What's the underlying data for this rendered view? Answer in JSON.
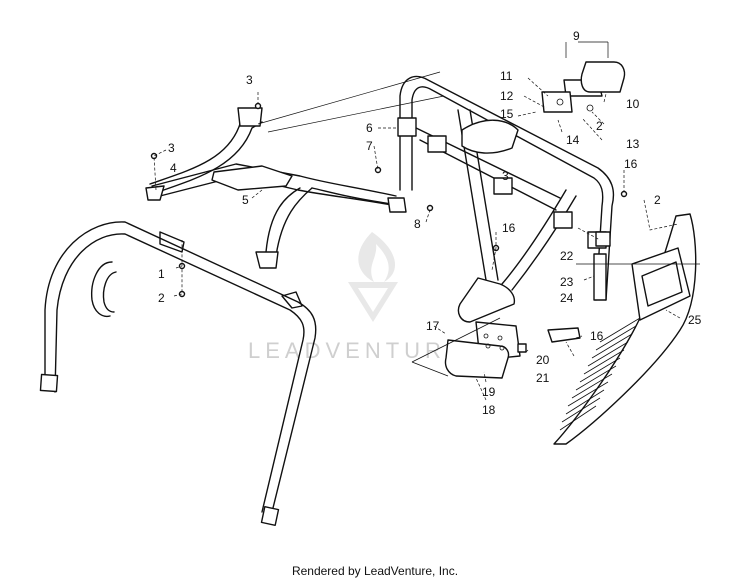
{
  "diagram": {
    "callouts": [
      "1",
      "2",
      "3",
      "3",
      "3",
      "4",
      "5",
      "6",
      "7",
      "8",
      "9",
      "10",
      "11",
      "12",
      "13",
      "14",
      "15",
      "16",
      "16",
      "16",
      "17",
      "18",
      "19",
      "20",
      "21",
      "2",
      "2",
      "22",
      "23",
      "24",
      "25"
    ],
    "watermark": "LEADVENTURE",
    "footer": "Rendered by LeadVenture, Inc."
  }
}
